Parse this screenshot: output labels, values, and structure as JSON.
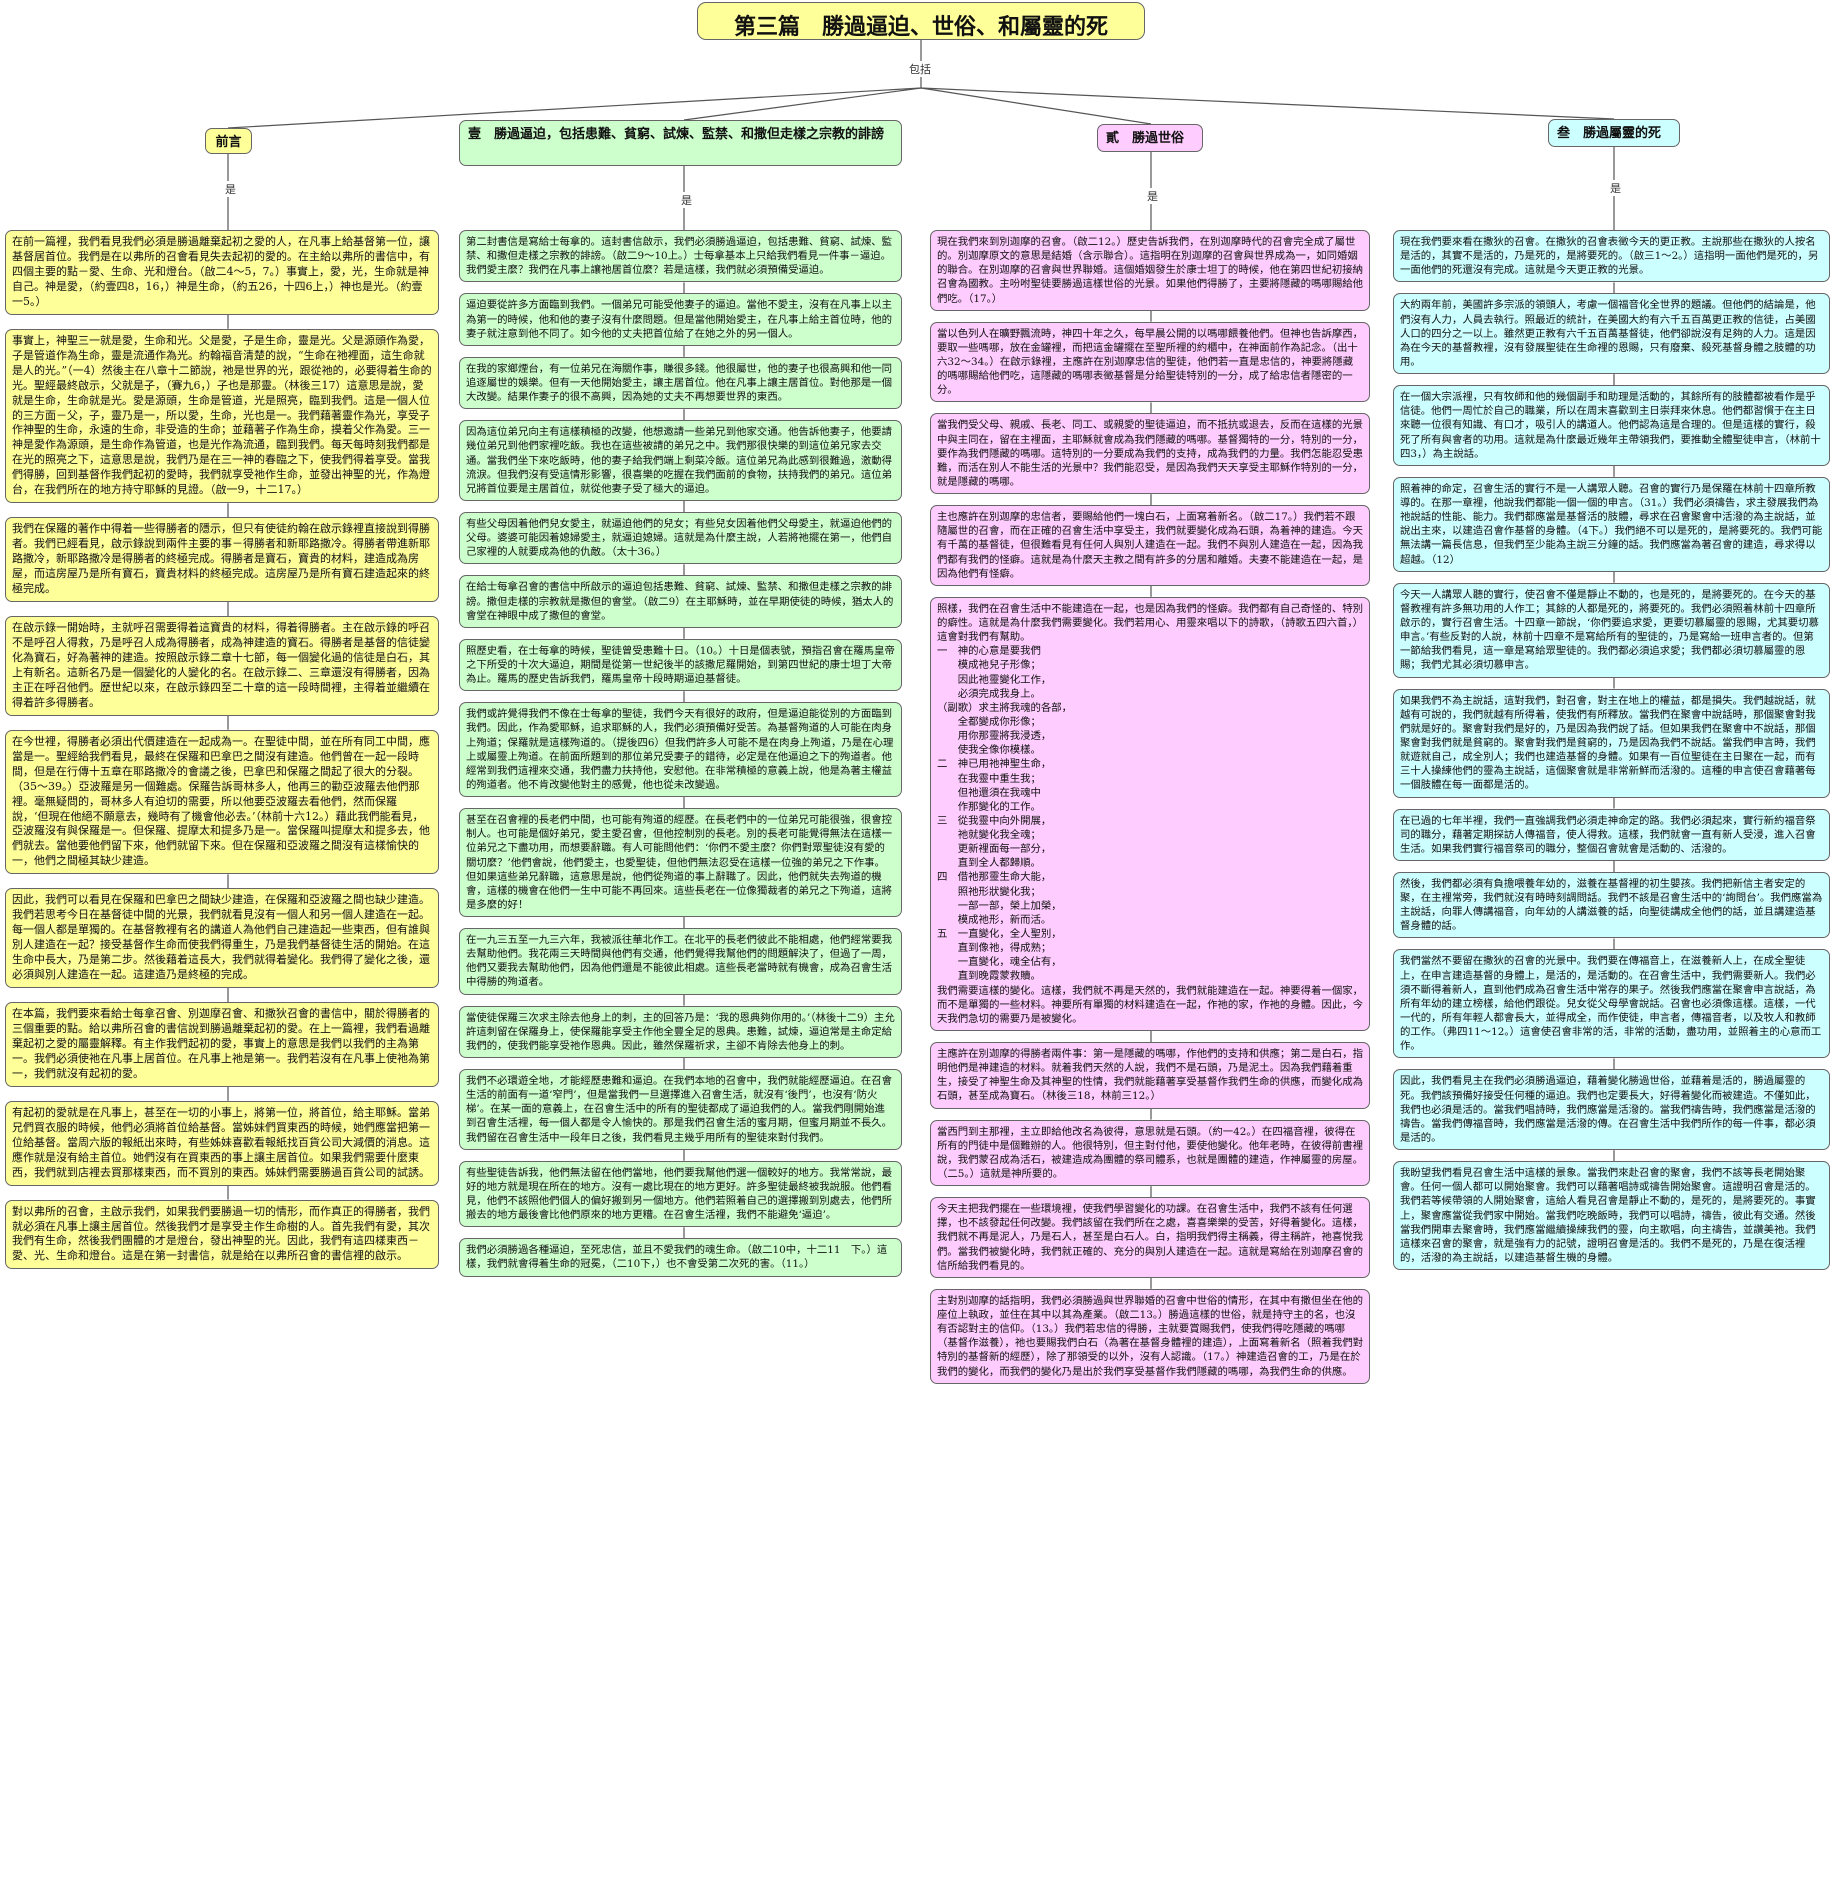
{
  "title": "第三篇　勝過逼迫、世俗、和屬靈的死",
  "connector_top": "包括",
  "connector_child": "是",
  "columns": [
    {
      "heading": "前言",
      "color": "#ffff99",
      "nodes": [
        "在前一篇裡，我們看見我們必須是勝過離棄起初之愛的人，在凡事上給基督第一位，讓基督居首位。我們是在以弗所的召會看見失去起初的愛的。在主給以弗所的書信中，有四個主要的點－愛、生命、光和燈台。（啟二4～5，7。）事實上，愛，光，生命就是神自己。神是愛，（約壹四8，16，）神是生命，（約五26，十四6上，）神也是光。（約壹一5。）",
        "事實上，神聖三一就是愛，生命和光。父是愛，子是生命，靈是光。父是源頭作為愛，子是管道作為生命，靈是流通作為光。約翰福音清楚的說，“生命在祂裡面，這生命就是人的光。”（一4）然後主在八章十二節說，祂是世界的光，跟從祂的，必要得着生命的光。聖經最終啟示，父就是子，（賽九6，）子也是那靈。（林後三17）這意思是說，愛就是生命，生命就是光。愛是源頭，生命是管道，光是照亮，臨到我們。這是一個人位的三方面－父，子，靈乃是一，所以愛，生命，光也是一。我們藉著靈作為光，享受子作神聖的生命，永遠的生命，非受造的生命；並藉著子作為生命，摸着父作為愛。三一神是愛作為源頭，是生命作為管道，也是光作為流通，臨到我們。每天每時刻我們都是在光的照亮之下，這意思是說，我們乃是在三一神的春臨之下，使我們得着享受。當我們得勝，回到基督作我們起初的愛時，我們就享受祂作生命，並發出神聖的光，作為燈台，在我們所在的地方持守耶穌的見證。（啟一9，十二17。）",
        "我們在保羅的著作中得着一些得勝者的隱示，但只有使徒約翰在啟示錄裡直接說到得勝者。我們已經看見，啟示錄說到兩件主要的事－得勝者和新耶路撒冷。得勝者帶進新耶路撒冷，新耶路撒冷是得勝者的終極完成。得勝者是寶石，寶貴的材料，建造成為房屋，而這房屋乃是所有寶石，寶貴材料的終極完成。這房屋乃是所有寶石建造起來的終極完成。",
        "在啟示錄一開始時，主就呼召需要得着這寶貴的材料，得着得勝者。主在啟示錄的呼召不是呼召人得救，乃是呼召人成為得勝者，成為神建造的寶石。得勝者是基督的信徒變化為寶石，好為著神的建造。按照啟示錄二章十七節，每一個變化過的信徒是白石，其上有新名。這新名乃是一個變化的人變化的名。在啟示錄二、三章還沒有得勝者，因為主正在呼召他們。歷世紀以來，在啟示錄四至二十章的這一段時間裡，主得着並繼續在得着許多得勝者。",
        "在今世裡，得勝者必須出代價建造在一起成為一。在聖徒中間，並在所有同工中間，應當是一。聖經給我們看見，最終在保羅和巴拿巴之間沒有建造。他們曾在一起一段時間，但是在行傳十五章在耶路撒冷的會議之後，巴拿巴和保羅之間起了很大的分裂。（35～39。）亞波羅是另一個難處。保羅告訴哥林多人，他再三的勸亞波羅去他們那裡。毫無疑問的，哥林多人有迫切的需要，所以他要亞波羅去看他們，然而保羅說，‘但現在他絕不願意去，幾時有了機會他必去。’（林前十六12。）藉此我們能看見，亞波羅沒有與保羅是一。但保羅、提摩太和提多乃是一。當保羅叫提摩太和提多去，他們就去。當他要他們留下來，他們就留下來。但在保羅和亞波羅之間沒有這樣愉快的一，他們之間極其缺少建造。",
        "因此，我們可以看見在保羅和巴拿巴之間缺少建造，在保羅和亞波羅之間也缺少建造。我們若思考今日在基督徒中間的光景，我們就看見沒有一個人和另一個人建造在一起。每一個人都是單獨的。在基督教裡有名的講道人為他們自己建造起一些東西，但有誰與別人建造在一起？接受基督作生命而使我們得重生，乃是我們基督徒生活的開始。在這生命中長大，乃是第二步。然後藉着這長大，我們就得着變化。我們得了變化之後，還必須與別人建造在一起。這建造乃是終極的完成。",
        "在本篇，我們要來看給士每拿召會、別迦摩召會、和撒狄召會的書信中，關於得勝者的三個重要的點。給以弗所召會的書信說到勝過離棄起初的愛。在上一篇裡，我們看過離棄起初之愛的屬靈解釋。有主作我們起初的愛，事實上的意思是我們以我們的主為第一。我們必須使祂在凡事上居首位。在凡事上祂是第一。我們若沒有在凡事上使祂為第一，我們就沒有起初的愛。",
        "有起初的愛就是在凡事上，甚至在一切的小事上，將第一位，將首位，給主耶穌。當弟兄們買衣服的時候，他們必須將首位給基督。當姊妹們買東西的時候，她們應當把第一位給基督。當周六版的報紙出來時，有些姊妹喜歡看報紙找百貨公司大減價的消息。這應作就是沒有給主首位。她們沒有在買東西的事上讓主居首位。如果我們需要什麼東西，我們就到店裡去買那樣東西，而不買別的東西。姊妹們需要勝過百貨公司的試誘。",
        "對以弗所的召會，主啟示我們，如果我們要勝過一切的情形，而作真正的得勝者，我們就必須在凡事上讓主居首位。然後我們才是享受主作生命樹的人。首先我們有愛，其次我們有生命，然後我們團體的才是燈台，發出神聖的光。因此，我們有這四樣東西－愛、光、生命和燈台。這是在第一封書信，就是給在以弗所召會的書信裡的啟示。"
      ]
    },
    {
      "heading": "壹　勝過逼迫，包括患難、貧窮、試煉、監禁、和撒但走樣之宗教的誹謗",
      "color": "#ccffcc",
      "nodes": [
        "第二封書信是寫給士每拿的。這封書信啟示，我們必須勝過逼迫，包括患難、貧窮、試煉、監禁、和撒但走樣之宗教的誹謗。（啟二9～10上。）士每拿基本上只給我們看見一件事－逼迫。我們愛主麼？我們在凡事上讓祂居首位麼？若是這樣，我們就必須預備受逼迫。",
        "逼迫要從許多方面臨到我們。一個弟兄可能受他妻子的逼迫。當他不愛主，沒有在凡事上以主為第一的時候，他和他的妻子沒有什麼問題。但是當他開始愛主，在凡事上給主首位時，他的妻子就注意到他不同了。如今他的丈夫把首位給了在她之外的另一個人。",
        "在我的家鄉煙台，有一位弟兄在海關作事，賺很多錢。他很屬世，他的妻子也很高興和他一同追逐屬世的娛樂。但有一天他開始愛主，讓主居首位。他在凡事上讓主居首位。對他那是一個大改變。結果作妻子的很不高興，因為她的丈夫不再想要世界的東西。",
        "因為這位弟兄向主有這樣積極的改變，他想邀請一些弟兄到他家交通。他告訴他妻子，他要請幾位弟兄到他們家裡吃飯。我也在這些被請的弟兄之中。我們那很快樂的到這位弟兄家去交通。當我們坐下來吃飯時，他的妻子給我們端上剩菜冷飯。這位弟兄為此感到很難過，激動得流淚。但我們沒有受這情形影響，很喜樂的吃握在我們面前的食物，扶持我們的弟兄。這位弟兄將首位要是主居首位，就從他妻子受了極大的逼迫。",
        "有些父母因着他們兒女愛主，就逼迫他們的兒女；有些兒女因着他們父母愛主，就逼迫他們的父母。婆婆可能因着媳婦愛主，就逼迫媳婦。這就是為什麼主說，人若將祂擺在第一，他們自己家裡的人就要成為他的仇敵。（太十36。）",
        "在給士每拿召會的書信中所啟示的逼迫包括患難、貧窮、試煉、監禁、和撒但走樣之宗教的誹謗。撒但走樣的宗教就是撒但的會堂。（啟二9）在主耶穌時，並在早期使徒的時候，猶太人的會堂在神眼中成了撒但的會堂。",
        "照歷史看，在士每拿的時候，聖徒曾受患難十日。（10。）十日是個表號，預指召會在羅馬皇帝之下所受的十次大逼迫，期間是從第一世紀後半的該撒尼羅開始，到第四世紀的康士坦丁大帝為止。羅馬的歷史告訴我們，羅馬皇帝十段時期逼迫基督徒。",
        "我們或許覺得我們不像在士每拿的聖徒，我們今天有很好的政府，但是逼迫能從別的方面臨到我們。因此，作為愛耶穌，追求耶穌的人，我們必須預備好受苦。為基督殉道的人可能在肉身上殉道；保羅就是這樣殉道的。（提後四6）但我們許多人可能不是在肉身上殉道，乃是在心理上或屬靈上殉道。在前面所題到的那位弟兄受妻子的錯待，必定是在他逼迫之下的殉道者。他經常到我們這裡來交通，我們盡力扶持他，安慰他。在非常積極的意義上說，他是為著主權益的殉道者。他不肯改變他對主的感覺，他也從未改變過。",
        "甚至在召會裡的長老們中間，也可能有殉道的經歷。在長老們中的一位弟兄可能很強，很會控制人。也可能是個好弟兄，愛主愛召會，但他控制別的長老。別的長老可能覺得無法在這樣一位弟兄之下盡功用，而想要辭職。有人可能問他們：‘你們不愛主麼？你們對眾聖徒沒有愛的關切麼？’他們會說，他們愛主，也愛聖徒，但他們無法忍受在這樣一位強的弟兄之下作事。但如果這些弟兄辭職，這意思是說，他們從殉道的事上辭職了。因此，他們就失去殉道的機會，這樣的機會在他們一生中可能不再回來。這些長老在一位像獨裁者的弟兄之下殉道，這將是多麼的好！",
        "在一九三五至一九三六年，我被派往華北作工。在北平的長老們彼此不能相處，他們經常要我去幫助他們。我花兩三天時間與他們有交通，他們覺得我幫他們的問題解決了，但過了一周，他們又要我去幫助他們，因為他們還是不能彼此相處。這些長老當時就有機會，成為召會生活中得勝的殉道者。",
        "當使徒保羅三次求主除去他身上的刺，主的回答乃是：‘我的恩典夠你用的。’（林後十二9）主允許這刺留在保羅身上，使保羅能享受主作他全豐全足的恩典。患難，試煉，逼迫常是主命定給我們的，使我們能享受祂作恩典。因此，雖然保羅祈求，主卻不肯除去他身上的刺。",
        "我們不必環遊全地，才能經歷患難和逼迫。在我們本地的召會中，我們就能經歷逼迫。在召會生活的前面有一道‘窄門’，但是當我們一旦選擇進入召會生活，就沒有‘後門’，也沒有‘防火梯’。在某一面的意義上，在召會生活中的所有的聖徒都成了逼迫我們的人。當我們剛開始進到召會生活裡，每一個人都是令人愉快的。那是我們召會生活的蜜月期，但蜜月期並不長久。我們留在召會生活中一段年日之後，我們看見主幾乎用所有的聖徒來對付我們。",
        "有些聖徒告訴我，他們無法留在他們當地，他們要我幫他們選一個較好的地方。我常常說，最好的地方就是現在所在的地方。沒有一處比現在的地方更好。許多聖徒最終被我說服。他們看見，他們不該照他們個人的偏好搬到另一個地方。他們若照着自己的選擇搬到別處去，他們所搬去的地方最後會比他們原來的地方更糟。在召會生活裡，我們不能避免‘逼迫’。",
        "我們必須勝過各種逼迫，至死忠信，並且不愛我們的魂生命。（啟二10中，十二11　下。）這樣，我們就會得着生命的冠冕，（二10下，）也不會受第二次死的害。（11。）"
      ]
    },
    {
      "heading": "貳　勝過世俗",
      "color": "#ffccff",
      "nodes": [
        "現在我們來到別迦摩的召會。（啟二12。）歷史告訴我們，在別迦摩時代的召會完全成了屬世的。別迦摩原文的意思是結婚（含示聯合）。這指明在別迦摩的召會與世界成為一，如同婚姻的聯合。在別迦摩的召會與世界聯婚。這個婚姻發生於康士坦丁的時候，他在第四世紀初接納召會為國教。主吩咐聖徒要勝過這樣世俗的光景。如果他們得勝了，主要將隱藏的嗎哪賜給他們吃。（17。）",
        "當以色列人在曠野飄流時，神四十年之久，每早晨公開的以嗎哪餵養他們。但神也告訴摩西，要取一些嗎哪，放在金罐裡，而把這金罐擺在至聖所裡的約櫃中，在神面前作為記念。（出十六32～34。）在啟示錄裡，主應許在別迦摩忠信的聖徒，他們若一直是忠信的，神要將隱藏的嗎哪賜給他們吃，這隱藏的嗎哪表徵基督是分給聖徒特別的一分，成了給忠信者隱密的一分。",
        "當我們受父母、親戚、長老、同工、或親愛的聖徒逼迫，而不抵抗或退去，反而在這樣的光景中與主同在，留在主裡面，主耶穌就會成為我們隱藏的嗎哪。基督獨特的一分，特別的一分，要作為我們隱藏的嗎哪。這特別的一分要成為我們的支持，成為我們的力量。我們怎能忍受患難，而活在別人不能生活的光景中？我們能忍受，是因為我們天天享受主耶穌作特別的一分，就是隱藏的嗎哪。",
        "主也應許在別迦摩的忠信者，要賜給他們一塊白石，上面寫着新名。（啟二17。）我們若不跟隨屬世的召會，而在正確的召會生活中享受主，我們就要變化成為石頭，為着神的建造。今天有千萬的基督徒，但很難看見有任何人與別人建造在一起。我們不與別人建造在一起，因為我們都有我們的怪癖。這就是為什麼天主教之間有許多的分居和離婚。夫妻不能建造在一起，是因為他們有怪癖。",
        "照樣，我們在召會生活中不能建造在一起，也是因為我們的怪癖。我們都有自己奇怪的、特別的癖性。這就是為什麼我們需要變化。我們若用心、用靈來唱以下的詩歌，（詩歌五四六首，）這會對我們有幫助。\n一　神的心意是要我們\n　　模成祂兒子形像；\n　　因此祂靈變化工作，\n　　必須完成我身上。\n（副歌）求主將我魂的各部，\n　　全都變成你形像；\n　　用你那靈將我浸透，\n　　使我全像你模樣。\n二　神已用祂神聖生命，\n　　在我靈中重生我；\n　　但祂還須在我魂中\n　　作那變化的工作。\n三　從我靈中向外開展，\n　　祂就變化我全魂；\n　　更新裡面每一部分，\n　　直到全人都歸順。\n四　借祂那靈生命大能，\n　　照祂形狀變化我；\n　　一部一部，榮上加榮，\n　　模成祂形，新而活。\n五　一直變化，全人聖別，\n　　直到像祂，得成熟；\n　　一直變化，魂全佔有，\n　　直到晚霞蒙救贖。\n我們需要這樣的變化。這樣，我們就不再是天然的，我們就能建造在一起。神要得着一個家，而不是單獨的一些材料。神要所有單獨的材料建造在一起，作祂的家，作祂的身體。因此，今天我們急切的需要乃是被變化。",
        "主應許在別迦摩的得勝者兩件事：第一是隱藏的嗎哪，作他們的支持和供應；第二是白石，指明他們是神建造的材料。就着我們天然的人說，我們不是石頭，乃是泥土。因為我們藉着重生，接受了神聖生命及其神聖的性情，我們就能藉著享受基督作我們生命的供應，而變化成為石頭，甚至成為寶石。（林後三18，林前三12。）",
        "當西門到主那裡，主立即給他改名為彼得，意思就是石頭。（約一42。）在四福音裡，彼得在所有的門徒中是個難辦的人。他很特別，但主對付他，要使他變化。他年老時，在彼得前書裡說，我們蒙召成為活石，被建造成為團體的祭司體系，也就是團體的建造，作神屬靈的房屋。（二5。）這就是神所要的。",
        "今天主把我們擺在一些環境裡，使我們學習變化的功課。在召會生活中，我們不該有任何選擇，也不該發起任何改變。我們該留在我們所在之處，喜喜樂樂的受苦，好得着變化。這樣，我們就不再是泥人，乃是石人，甚至是白石人。白，指明我們得主稱義，得主稱許，祂喜悅我們。當我們被變化時，我們就正確的、充分的與別人建造在一起。這就是寫給在別迦摩召會的信所給我們看見的。",
        "主對別迦摩的話指明，我們必須勝過與世界聯婚的召會中世俗的情形，在其中有撒但坐在他的座位上執政，並住在其中以其為產業。（啟二13。）勝過這樣的世俗，就是持守主的名，也沒有否認對主的信仰。（13。）我們若忠信的得勝，主就要賞賜我們，使我們得吃隱藏的嗎哪（基督作滋養），祂也要賜我們白石（為著在基督身體裡的建造），上面寫着新名（照着我們對特別的基督新的經歷），除了那領受的以外，沒有人認識。（17。）神建造召會的工，乃是在於我們的變化，而我們的變化乃是出於我們享受基督作我們隱藏的嗎哪，為我們生命的供應。"
      ]
    },
    {
      "heading": "叁　勝過屬靈的死",
      "color": "#ccffff",
      "nodes": [
        "現在我們要來看在撒狄的召會。在撒狄的召會表徵今天的更正教。主說那些在撒狄的人按名是活的，其實不是活的，乃是死的，是將要死的。（啟三1～2。）這指明一面他們是死的，另一面他們的死還沒有完成。這就是今天更正教的光景。",
        "大約兩年前，美國許多宗派的領頭人，考慮一個福音化全世界的題議。但他們的結論是，他們沒有人力，人員去執行。照最近的統計，在美國大約有六千五百萬更正教的信徒，占美國人口的四分之一以上。雖然更正教有六千五百萬基督徒，他們卻說沒有足夠的人力。這是因為在今天的基督教裡，沒有發展聖徒在生命裡的恩賜，只有廢棄、殺死基督身體之肢體的功用。",
        "在一個大宗派裡，只有牧師和他的幾個副手和助理是活動的，其餘所有的肢體都被看作是乎信徒。他們一周忙於自己的職業，所以在周末喜歡到主日崇拜來休息。他們都習慣于在主日來聽一位很有知識、有口才，吸引人的講道人。他們認為這是合理的。但是這樣的實行，殺死了所有與會者的功用。這就是為什麼最近幾年主帶領我們，要推動全體聖徒申言，（林前十四3，）為主說話。",
        "照着神的命定，召會生活的實行不是一人講眾人聽。召會的實行乃是保羅在林前十四章所教導的。在那一章裡，他說我們都能一個一個的申言。（31。）我們必須禱告，求主發展我們為祂說話的性能、能力。我們都應當是基督活的肢體，尋求在召會聚會中活潑的為主說話，並說出主來，以建造召會作基督的身體。（4下。）我們絕不可以是死的，是將要死的。我們可能無法講一篇長信息，但我們至少能為主說三分鐘的話。我們應當為著召會的建造，尋求得以超越。（12）",
        "今天一人講眾人聽的實行，使召會不僅是靜止不動的，也是死的，是將要死的。在今天的基督教裡有許多無功用的人作工；其餘的人都是死的，將要死的。我們必須照着林前十四章所啟示的，實行召會生活。十四章一節說，‘你們要追求愛，更要切慕屬靈的恩賜，尤其要切慕申言。’有些反對的人說，林前十四章不是寫給所有的聖徒的，乃是寫給一班申言者的。但第一節給我們看見，這一章是寫給眾聖徒的。我們都必須追求愛；我們都必須切慕屬靈的恩賜；我們尤其必須切慕申言。",
        "如果我們不為主說話，這對我們，對召會，對主在地上的權益，都是損失。我們越說話，就越有可說的，我們就越有所得着，使我們有所釋放。當我們在聚會中說話時，那個聚會對我們就是好的。聚會對我們是好的，乃是因為我們說了話。但如果我們在聚會中不說話，那個聚會對我們就是貧窮的。聚會對我們是貧窮的，乃是因為我們不說話。當我們申言時，我們就遊就自己，成全別人；我們也建造基督的身體。如果有一百位聖徒在主日聚在一起，而有三十人操練他們的靈為主說話，這個聚會就是非常新鮮而活潑的。這種的申言使召會藉著每一個肢體在每一面都是活的。",
        "在已過的七年半裡，我們一直強調我們必須走神命定的路。我們必須起來，實行新約福音祭司的職分，藉著定期探訪人傳福音，使人得救。這樣，我們就會一直有新人受浸，進入召會生活。如果我們實行福音祭司的職分，整個召會就會是活動的、活潑的。",
        "然後，我們都必須有負擔喂養年幼的，滋養在基督裡的初生嬰孩。我們把新信主者安定的聚，在主裡常旁，我們就沒有時時刻調問話。我們不該是召會生活中的‘詢問台’。我們應當為主說話，向罪人傳講福音，向年幼的人講滋養的話，向聖徒講成全他們的話，並且講建造基督身體的話。",
        "我們當然不要留在撒狄的召會的光景中。我們要在傳福音上，在滋養新人上，在成全聖徒上，在申言建造基督的身體上，是活的，是活動的。在召會生活中，我們需要新人。我們必須不斷得着新人，直到他們成為召會生活中常存的果子。然後我們應當在聚會申言說話，為所有年幼的建立榜樣，給他們跟從。兒女從父母學會說話。召會也必須像這樣。這樣，一代一代的，所有年輕人都會長大，並得成全，而作使徒，申言者，傳福音者，以及牧人和教師的工作。（弗四11～12。）這會使召會非常的活，非常的活動，盡功用，並照着主的心意而工作。",
        "因此，我們看見主在我們必須勝過逼迫，藉着變化勝過世俗，並藉着是活的，勝過屬靈的死。我們該預備好接受任何種的逼迫。我們也定要長大，好得着變化而被建造。不僅如此，我們也必須是活的。當我們唱詩時，我們應當是活潑的。當我們禱告時，我們應當是活潑的禱告。當我們傳福音時，我們應當是活潑的傳。在召會生活中我們所作的每一件事，都必須是活的。",
        "我盼望我們看見召會生活中這樣的景象。當我們來赴召會的聚會，我們不該等長老開始聚會。任何一個人都可以開始聚會。我們可以藉著唱詩或禱告開始聚會。這證明召會是活的。我們若等候帶領的人開始聚會，這給人看見召會是靜止不動的，是死的，是將要死的。事實上，聚會應當從我們家中開始。當我們吃晚飯時，我們可以唱詩，禱告，彼此有交通。然後當我們開車去聚會時，我們應當繼續操練我們的靈，向主歌唱，向主禱告，並讚美祂。我們這樣來召會的聚會，就是強有力的記號，證明召會是活的。我們不是死的，乃是在復活裡的，活潑的為主說話，以建造基督生機的身體。"
      ]
    }
  ]
}
